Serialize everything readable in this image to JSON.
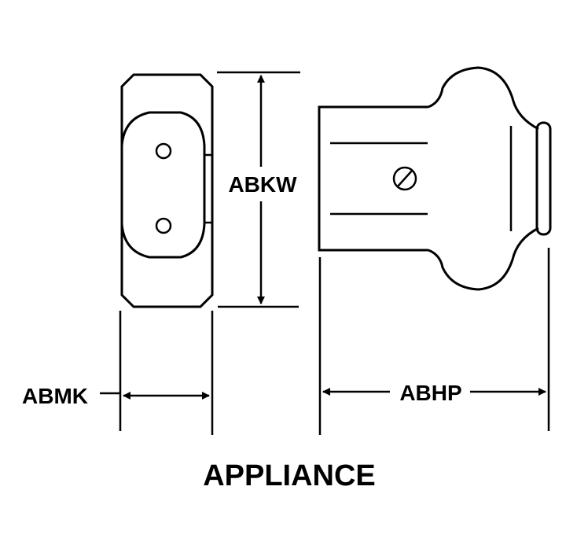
{
  "diagram": {
    "title": "APPLIANCE",
    "dimensions": {
      "width": "ABKW",
      "depth": "ABMK",
      "length": "ABHP"
    },
    "views": [
      "front-view",
      "side-view"
    ],
    "colors": {
      "line": "#000000",
      "background": "#ffffff"
    }
  }
}
